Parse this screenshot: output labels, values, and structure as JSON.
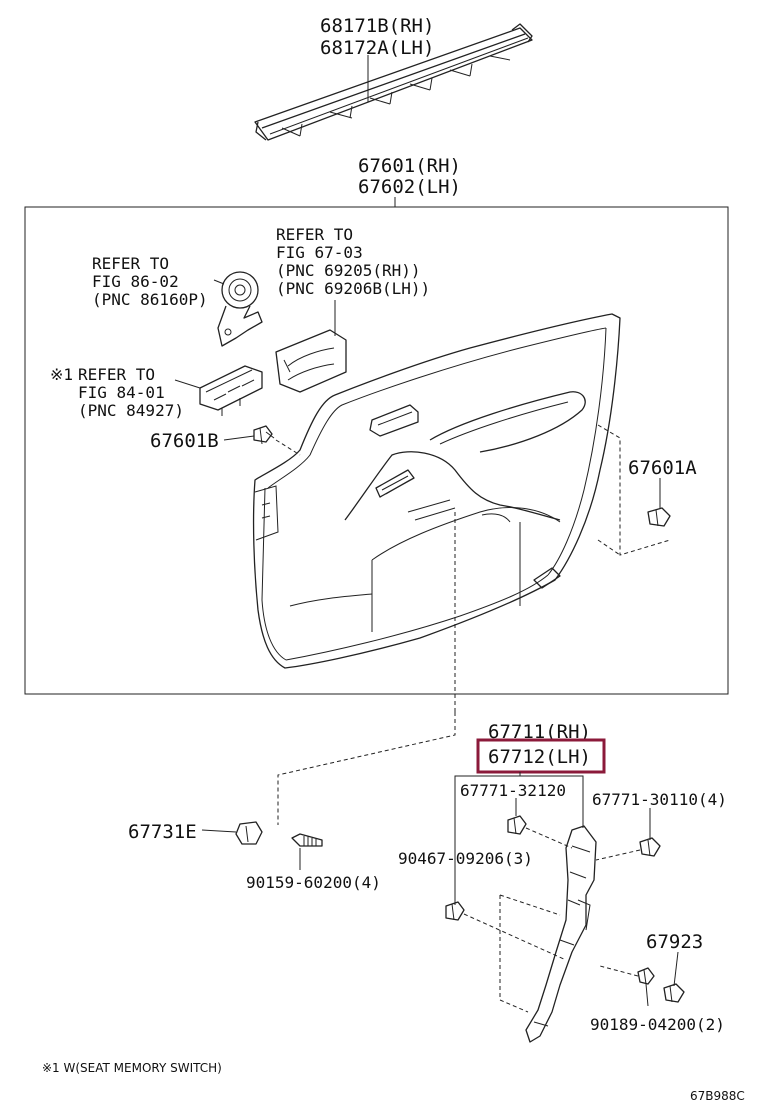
{
  "colors": {
    "highlight": "#8b1a3a",
    "ink": "#111111"
  },
  "labels": {
    "rail_rh": "68171B(RH)",
    "rail_lh": "68172A(LH)",
    "board_rh": "67601(RH)",
    "board_lh": "67602(LH)",
    "refer_67_1": "REFER TO",
    "refer_67_2": "FIG 67-03",
    "refer_67_3": "(PNC 69205(RH))",
    "refer_67_4": "(PNC 69206B(LH))",
    "refer_86_1": "REFER TO",
    "refer_86_2": "FIG 86-02",
    "refer_86_3": "(PNC 86160P)",
    "refer_84_mark": "※1",
    "refer_84_1": "REFER TO",
    "refer_84_2": "FIG 84-01",
    "refer_84_3": "(PNC 84927)",
    "clip_b": "67601B",
    "clip_a": "67601A",
    "panel_rh": "67711(RH)",
    "panel_lh": "67712(LH)",
    "clip_32120": "67771-32120",
    "clip_30110": "67771-30110(4)",
    "clip_09206": "90467-09206(3)",
    "part_67731e": "67731E",
    "screw_60200": "90159-60200(4)",
    "part_67923": "67923",
    "screw_04200": "90189-04200(2)",
    "footnote": "※1 W(SEAT MEMORY SWITCH)",
    "fig_code": "67B988C"
  }
}
